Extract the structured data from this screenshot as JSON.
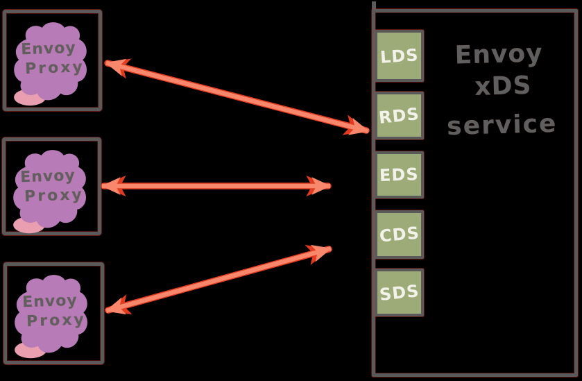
{
  "diagram": {
    "title": {
      "lines": [
        "Envoy",
        "xDS",
        "service"
      ]
    },
    "proxies": [
      {
        "line1": "Envoy",
        "line2": "Proxy"
      },
      {
        "line1": "Envoy",
        "line2": "Proxy"
      },
      {
        "line1": "Envoy",
        "line2": "Proxy"
      }
    ],
    "apis": [
      "LDS",
      "RDS",
      "EDS",
      "CDS",
      "SDS"
    ],
    "theme": {
      "bg": "#000000",
      "frame": "#5a5a5a",
      "ink": "#5f5f5f",
      "purple": "#b77cb8",
      "pink": "#e99fb0",
      "green": "#9cab77",
      "green_ink": "#f3f2ea",
      "arrow": "#f8876c",
      "arrow_edge": "#e23b20"
    }
  }
}
